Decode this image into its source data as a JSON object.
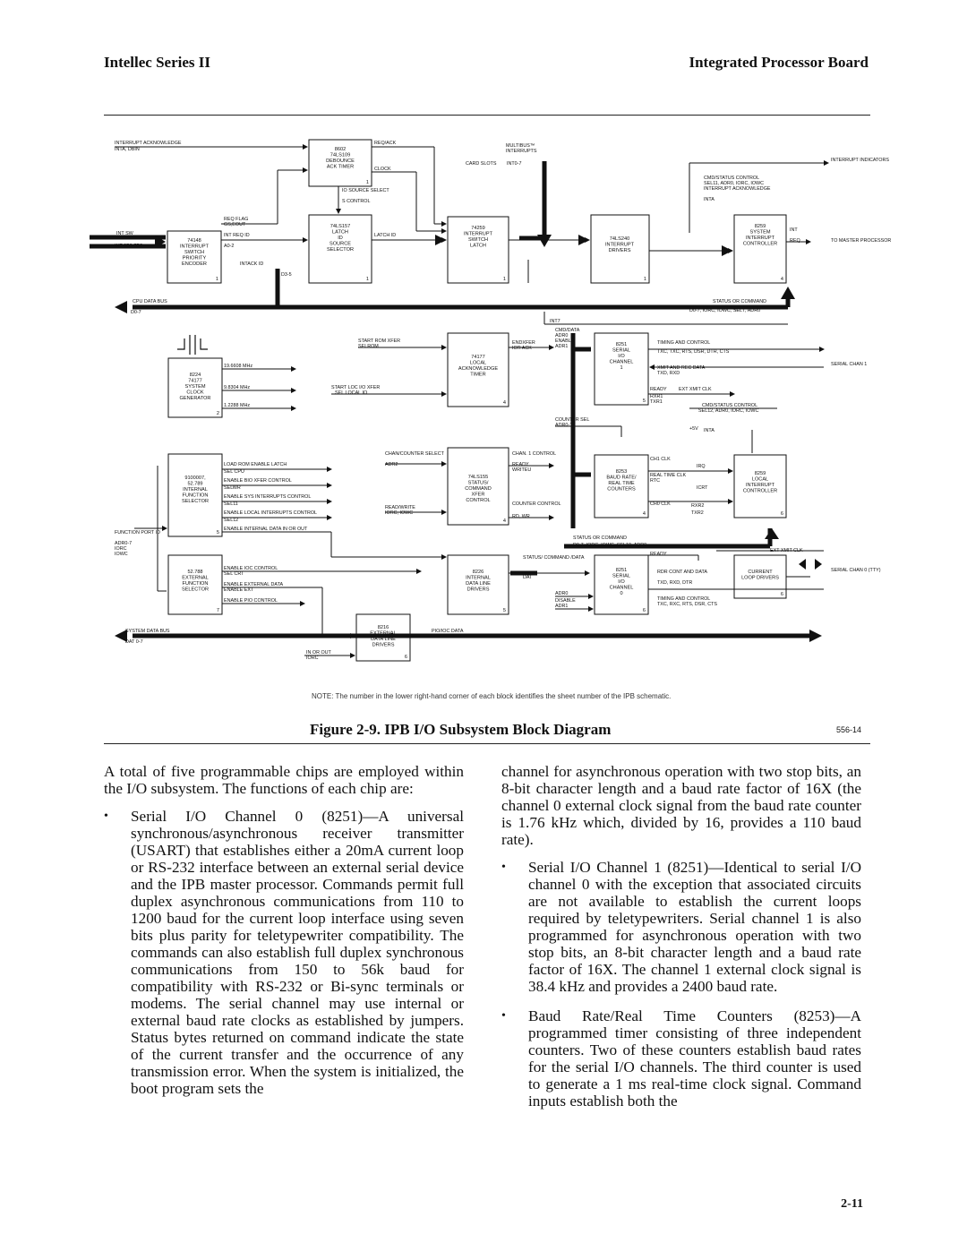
{
  "header": {
    "left": "Intellec Series II",
    "right": "Integrated Processor Board"
  },
  "figure": {
    "caption": "Figure 2-9.  IPB I/O Subsystem Block Diagram",
    "code": "556-14",
    "note": "NOTE: The number in the lower right-hand corner of each block identifies the sheet number of the IPB schematic.",
    "labels": {
      "int_ack": "INTERRUPT ACKNOWLEDGE",
      "inta_dbin": "INTA, DBIN",
      "req_ack": "REQ/ACK",
      "multibus": "MULTIBUS™",
      "interrupts": "INTERRUPTS",
      "card_slots": "CARD SLOTS",
      "int07": "INT0-7",
      "int_indicators": "INTERRUPT INDICATORS",
      "clock": "CLOCK",
      "io_source_select": "IO SOURCE SELECT",
      "s_control": "S CONTROL",
      "req_flag": "REQ FLAG",
      "gs_eout": "GS,EOUT",
      "int_req_id": "INT REQ ID",
      "a02": "A0-2",
      "latch_id": "LATCH ID",
      "int_sw": "INT SW",
      "int_8p_7p": "INT 8P8-7P8",
      "intack_id": "INTACK ID",
      "d35": "D3-5",
      "cpu_data_bus": "CPU DATA BUS",
      "d07": "D0-7",
      "status_or_command": "STATUS OR COMMAND",
      "status_cmd_sub": "D0-7, IORC, IOWC, SEL7, ADR0",
      "int7": "INT7",
      "cmd_status_ctrl": "CMD/STATUS CONTROL",
      "cmd_status_sub": "SEL11, ADR0, IORC, IOWC",
      "interrupt_ack_label": "INTERRUPT ACKNOWLEDGE",
      "inta": "INTA",
      "int": "INT",
      "req": "REQ",
      "to_master": "TO MASTER PROCESSOR",
      "mhz1": "19.6608 MHz",
      "mhz2": "9.8304 MHz",
      "mhz3": "1.2288 MHz",
      "start_rom": "START ROM XFER",
      "selrom": "SELROM",
      "start_loc": "START LOC I/O XFER",
      "sel_local": "SEL LOCAL IO",
      "endxfer": "ENDXFER",
      "ior_ack": "IOR ACK",
      "cmd_data": "CMD/DATA",
      "adr0": "ADR0",
      "enable": "ENABLE",
      "adr1": "ADR1",
      "timing_ctrl": "TIMING AND CONTROL",
      "txc_rxc": "TXC, TXC, RTS, DSR, DTR, CTS",
      "xmit_rec": "XMIT AND REC DATA",
      "txd_rxd": "TXD, RXD",
      "ready": "READY",
      "ext_xmit_clk": "EXT XMIT CLK",
      "rxr1": "RXR1",
      "txr1": "TXR1",
      "cmd_status_ctrl2": "CMD/STATUS CONTROL",
      "cmd_status_sub2": "SEL12, ADR0, IORC, IOWC",
      "counter_sel": "COUNTER SEL",
      "adr01": "ADR0-1",
      "p5v": "+5V",
      "inta2": "INTA",
      "serial_chan1": "SERIAL CHAN 1",
      "chan_counter_sel": "CHAN/COUNTER SELECT",
      "adr2": "ADR2",
      "chan1_ctrl": "CHAN. 1 CONTROL",
      "ready2": "READY",
      "writeu": "WRITEU",
      "load_rom": "LOAD ROM ENABLE LATCH",
      "sel_cpu": "SEL CPU",
      "enable_bio": "ENABLE BIO XFER CONTROL",
      "selwr": "SELWR",
      "enable_sys": "ENABLE SYS INTERRUPTS CONTROL",
      "sel11": "SEL11",
      "enable_local": "ENABLE LOCAL INTERRUPTS CONTROL",
      "sel12": "SEL12",
      "enable_internal": "ENABLE INTERNAL DATA IN OR OUT",
      "read_write": "READ/WRITE",
      "iorc_iowc": "IORC, IOWC",
      "counter_ctrl": "COUNTER CONTROL",
      "rd_wr": "RD, WR",
      "ch1clk": "CH1 CLK",
      "irq": "IRQ",
      "real_time_clk": "REAL TIME CLK",
      "rtc": "RTC",
      "icrt": "ICRT",
      "ch0clk": "CH0 CLK",
      "rxr2": "RXR2",
      "txr2": "TXR2",
      "function_port": "FUNCTION PORT ID",
      "adr07": "ADR0-7",
      "iorc": "IORC",
      "iowc": "IOWC",
      "status_or_command2": "STATUS OR COMMAND",
      "status_cmd_sub2": "D0-7, IORC, IOWC, SEL10, ADR0",
      "ext_xmit_clk2": "EXT XMIT CLK",
      "enable_ioc": "ENABLE IOC CONTROL",
      "sel_crt": "SEL CRT",
      "enable_ext": "ENABLE EXTERNAL DATA",
      "enable_ext2": "ENABLE EXT",
      "enable_pio": "ENABLE PIO CONTROL",
      "status_command": "STATUS/ COMMAND /DATA",
      "dat": "DAT",
      "ready3": "READY",
      "rdr_cont": "RDR CONT AND DATA",
      "txd_rxd_dtr": "TXD, RXD, DTR",
      "adr0b": "ADR0",
      "disable": "DISABLE",
      "adr1b": "ADR1",
      "timing_ctrl2": "TIMING AND CONTROL",
      "txc_rxc2": "TXC, RXC, RTS, DSR, CTS",
      "serial_chan0": "SERIAL CHAN 0 (TTY)",
      "system_data_bus": "SYSTEM DATA BUS",
      "dat07": "DAT 0-7",
      "pio_ioc_data": "PIO/IOC DATA",
      "in_or_out": "IN OR OUT",
      "iorc2": "IORC"
    },
    "blocks": {
      "b8602": [
        "8602",
        "74LS109",
        "DEBOUNCE",
        "ACK TIMER"
      ],
      "b8214": [
        "74148",
        "INTERRUPT",
        "SWITCH",
        "PRIORITY",
        "ENCODER"
      ],
      "b74ls157": [
        "74LS157",
        "LATCH",
        "ID",
        "SOURCE",
        "SELECTOR"
      ],
      "b74259": [
        "74259",
        "INTERRUPT",
        "SWITCH",
        "LATCH"
      ],
      "b74ls240": [
        "74LS240",
        "INTERRUPT",
        "DRIVERS"
      ],
      "b8259sys": [
        "8259",
        "SYSTEM",
        "INTERRUPT",
        "CONTROLLER"
      ],
      "bclock": [
        "8224",
        "74177",
        "SYSTEM",
        "CLOCK",
        "GENERATOR"
      ],
      "btimer": [
        "74177",
        "LOCAL",
        "ACKNOWLEDGE",
        "TIMER"
      ],
      "b8251a": [
        "8251",
        "SERIAL",
        "I/O",
        "CHANNEL",
        "1"
      ],
      "bfunc": [
        "9100007,",
        "52.789",
        "INTERNAL",
        "FUNCTION",
        "SELECTOR"
      ],
      "bstatus": [
        "74LS155",
        "STATUS/",
        "COMMAND",
        "XFER",
        "CONTROL"
      ],
      "b8253": [
        "8253",
        "BAUD RATE/",
        "REAL TIME",
        "COUNTERS"
      ],
      "b8259loc": [
        "8259",
        "LOCAL",
        "INTERRUPT",
        "CONTROLLER"
      ],
      "bext": [
        "52.788",
        "EXTERNAL",
        "FUNCTION",
        "SELECTOR"
      ],
      "b8226": [
        "8226",
        "INTERNAL",
        "DATA LINE",
        "DRIVERS"
      ],
      "b8251b": [
        "8251",
        "SERIAL",
        "I/O",
        "CHANNEL",
        "0"
      ],
      "bcurrent": [
        "CURRENT",
        "LOOP DRIVERS"
      ],
      "b8216": [
        "8216",
        "EXTERNAL",
        "DATA LINE",
        "DRIVERS"
      ]
    },
    "sheets": {
      "b8602": "1",
      "b8214": "1",
      "b74ls157": "1",
      "b74259": "1",
      "b74ls240": "1",
      "b8259sys": "4",
      "bclock": "2",
      "btimer": "4",
      "b8251a": "5",
      "bfunc": "5",
      "bstatus": "4",
      "b8253": "4",
      "b8259loc": "6",
      "bext": "7",
      "b8226": "5",
      "b8251b": "6",
      "bcurrent": "6",
      "b8216": "6"
    }
  },
  "left_column": {
    "intro": "A total of five programmable chips are employed within the I/O subsystem. The functions of each chip are:",
    "bullet1": "Serial I/O Channel 0 (8251)—A universal synchronous/asynchronous receiver transmitter (USART) that establishes either a 20mA current loop or RS-232 interface between an external serial device and the IPB master processor. Commands permit full duplex asynchronous communications from 110 to 1200 baud for the current loop interface using seven bits plus parity for teletypewriter compatibility. The commands can also establish full duplex synchronous communications from 150 to 56k baud for compatibility with RS-232 or Bi-sync terminals or modems. The serial channel may use internal or external baud rate clocks as established by jumpers. Status bytes returned on command indicate the state of the current transfer and the occurrence of any transmission error. When the system is initialized, the boot program sets the"
  },
  "right_column": {
    "cont": "channel for asynchronous operation with two stop bits, an 8-bit character length and a baud rate factor of 16X (the channel 0 external clock signal from the baud rate counter is 1.76 kHz which, divided by 16, provides a 110 baud rate).",
    "bullet2": "Serial I/O Channel 1 (8251)—Identical to serial I/O channel 0 with the exception that associated circuits are not available to establish the current loops required by teletypewriters. Serial channel 1 is also programmed for asynchronous operation with two stop bits, an 8-bit character length and a baud rate factor of 16X. The channel 1 external clock signal is 38.4 kHz and provides a 2400 baud rate.",
    "bullet3": "Baud Rate/Real Time Counters (8253)—A programmed timer consisting of three independent counters. Two of these counters establish baud rates for the serial I/O channels. The third counter is used to generate a 1 ms real-time clock signal. Command inputs establish both the"
  },
  "page_number": "2-11"
}
